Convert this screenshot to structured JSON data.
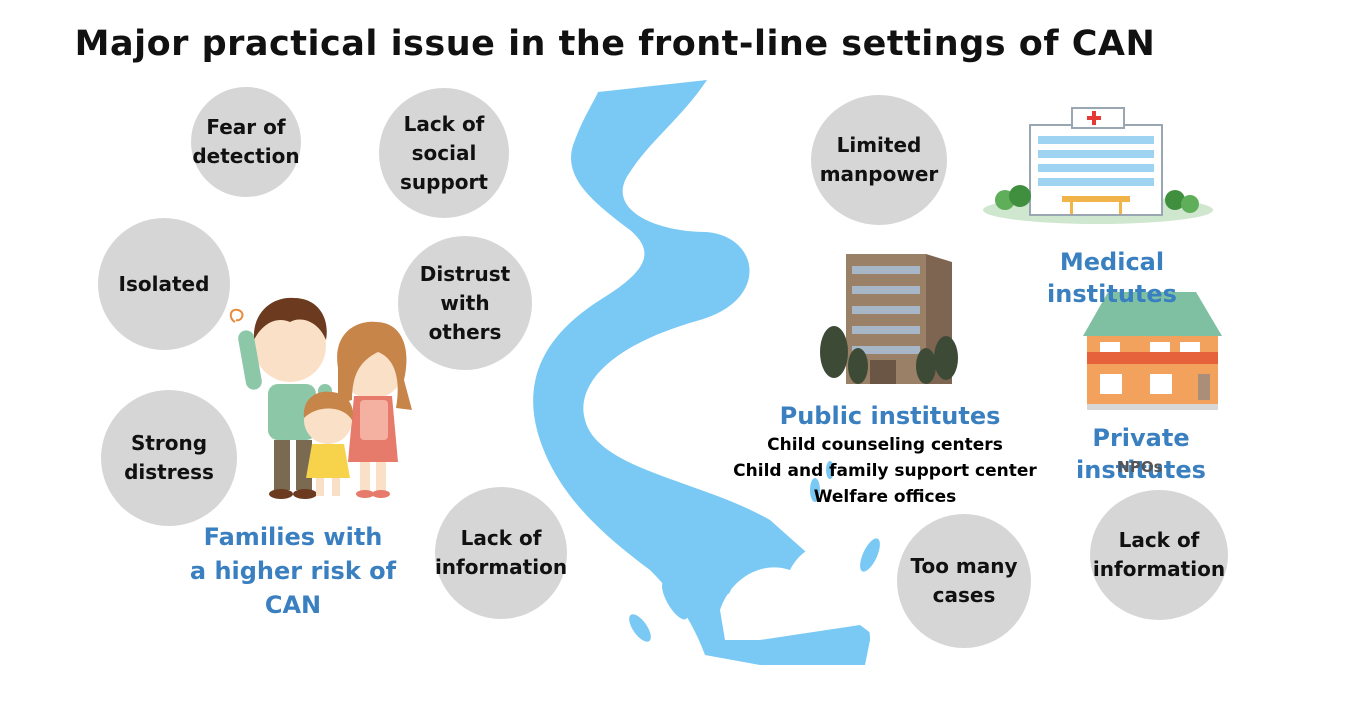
{
  "title": "Major practical issue in the front-line settings of CAN",
  "families": {
    "label_line1": "Families with",
    "label_line2": "a higher risk of CAN",
    "issues": [
      {
        "line1": "Fear of",
        "line2": "detection"
      },
      {
        "line1": "Lack of",
        "line2": "social",
        "line3": "support"
      },
      {
        "line1": "Isolated"
      },
      {
        "line1": "Distrust",
        "line2": "with",
        "line3": "others"
      },
      {
        "line1": "Strong",
        "line2": "distress"
      },
      {
        "line1": "Lack of",
        "line2": "information"
      }
    ]
  },
  "institutes": {
    "medical": {
      "label": "Medical institutes"
    },
    "public": {
      "label": "Public institutes",
      "items": [
        "Child counseling centers",
        "Child and family support center",
        "Welfare offices"
      ]
    },
    "private": {
      "label": "Private institutes",
      "sub": "NPOs"
    },
    "issues": [
      {
        "line1": "Limited",
        "line2": "manpower"
      },
      {
        "line1": "Too many",
        "line2": "cases"
      },
      {
        "line1": "Lack of",
        "line2": "information"
      }
    ]
  },
  "colors": {
    "bubble": "#d6d6d6",
    "river": "#79c9f4",
    "label_blue": "#3a7fc0"
  },
  "icons": {
    "hospital": "hospital-icon",
    "office": "office-building-icon",
    "house": "house-icon",
    "family": "family-illustration"
  }
}
